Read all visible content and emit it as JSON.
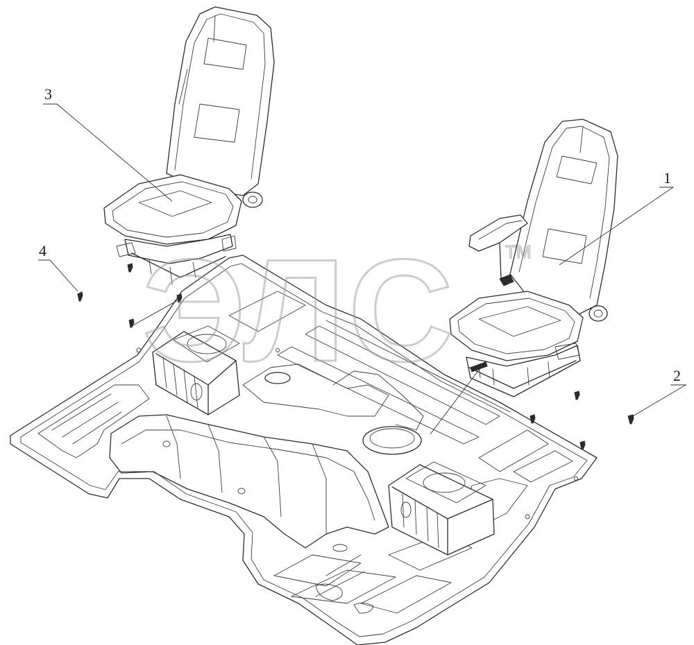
{
  "callouts": [
    {
      "number": "1"
    },
    {
      "number": "2"
    },
    {
      "number": "3"
    },
    {
      "number": "4"
    }
  ],
  "watermark": {
    "text": "ЭЛС",
    "tm": "TM"
  },
  "colors": {
    "line": "#2b2b2b",
    "watermark": "#9a9a9a",
    "background": "#ffffff"
  }
}
